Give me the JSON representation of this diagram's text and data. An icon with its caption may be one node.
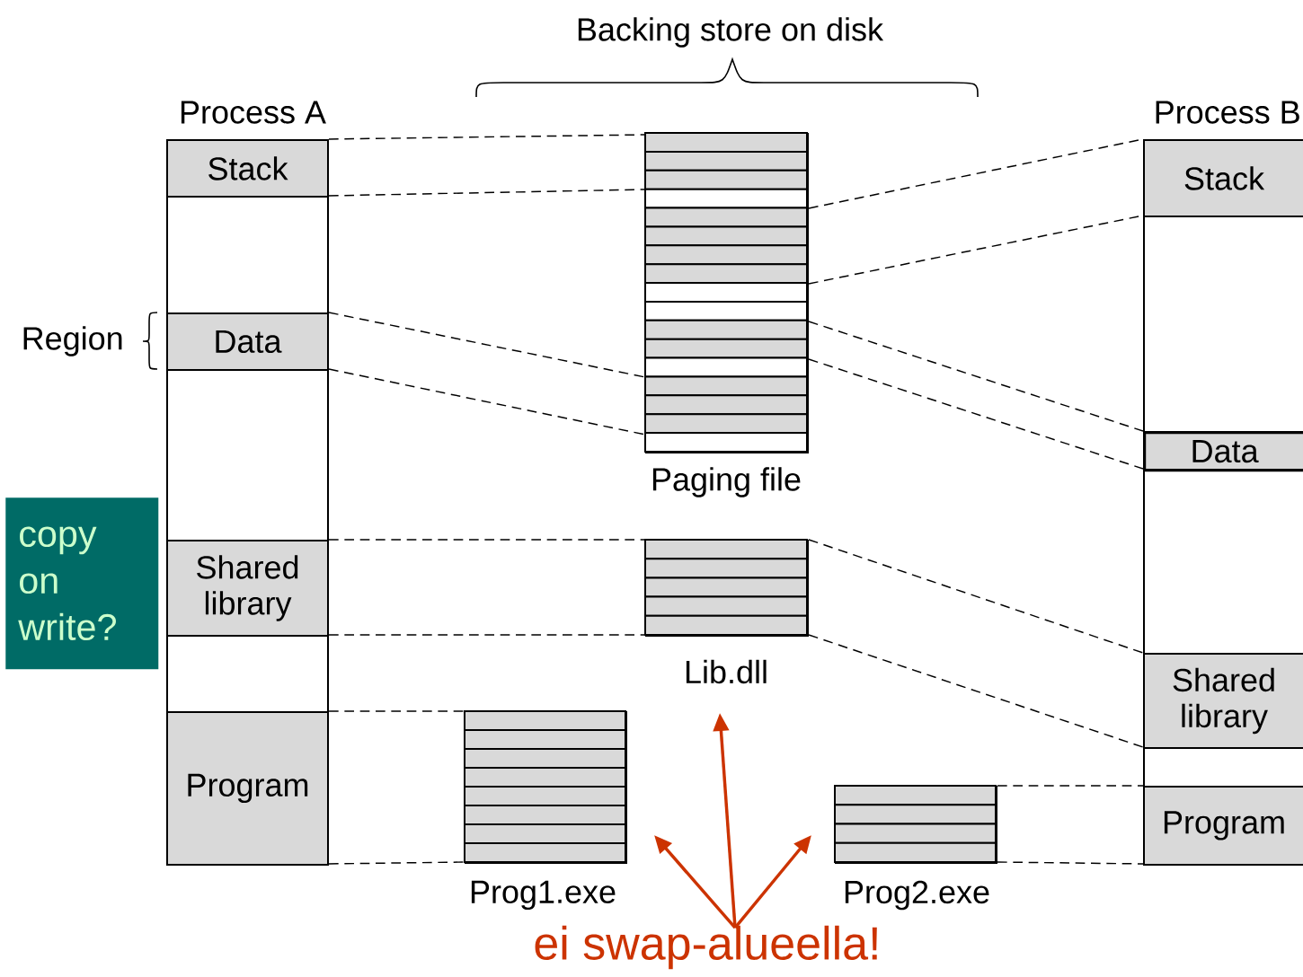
{
  "diagram": {
    "nodes": [
      {
        "text": [
          "Process A"
        ]
      },
      {
        "text": [
          "Stack"
        ],
        "in": 0
      },
      {
        "text": [
          "Data"
        ],
        "in": 0
      },
      {
        "text": [
          "Shared library"
        ],
        "in": 0
      },
      {
        "text": [
          "Program"
        ],
        "in": 0
      },
      {
        "text": [
          "Paging file"
        ]
      },
      {
        "text": [
          "Lib.dll"
        ]
      },
      {
        "text": [
          "Prog1.exe"
        ]
      },
      {
        "text": [
          "Prog2.exe"
        ]
      },
      {
        "text": [
          "Process B"
        ]
      },
      {
        "text": [
          "Stack"
        ],
        "in": 9
      },
      {
        "text": [
          "Data"
        ],
        "in": 9
      },
      {
        "text": [
          "Shared library"
        ],
        "in": 9
      },
      {
        "text": [
          "Program"
        ],
        "in": 9
      },
      {
        "text": [
          "copy on write?"
        ]
      },
      {
        "text": [
          "ei swap-alueella!"
        ]
      }
    ],
    "edges": [
      {
        "from": 1,
        "to": 5,
        "arrow": "none",
        "style": "dashed"
      },
      {
        "from": 1,
        "to": 5,
        "arrow": "none",
        "style": "dashed"
      },
      {
        "from": 2,
        "to": 5,
        "arrow": "none",
        "style": "dashed"
      },
      {
        "from": 2,
        "to": 5,
        "arrow": "none",
        "style": "dashed"
      },
      {
        "from": 3,
        "to": 6,
        "arrow": "none",
        "style": "dashed"
      },
      {
        "from": 3,
        "to": 6,
        "arrow": "none",
        "style": "dashed"
      },
      {
        "from": 4,
        "to": 7,
        "arrow": "none",
        "style": "dashed"
      },
      {
        "from": 4,
        "to": 7,
        "arrow": "none",
        "style": "dashed"
      },
      {
        "from": 5,
        "to": 10,
        "arrow": "none",
        "style": "dashed"
      },
      {
        "from": 5,
        "to": 10,
        "arrow": "none",
        "style": "dashed"
      },
      {
        "from": 5,
        "to": 11,
        "arrow": "none",
        "style": "dashed"
      },
      {
        "from": 5,
        "to": 11,
        "arrow": "none",
        "style": "dashed"
      },
      {
        "from": 6,
        "to": 12,
        "arrow": "none",
        "style": "dashed"
      },
      {
        "from": 6,
        "to": 12,
        "arrow": "none",
        "style": "dashed"
      },
      {
        "from": 8,
        "to": 13,
        "arrow": "none",
        "style": "dashed"
      },
      {
        "from": 8,
        "to": 13,
        "arrow": "none",
        "style": "dashed"
      },
      {
        "from": 15,
        "to": 7,
        "arrow": "to",
        "color": "#cc3300"
      },
      {
        "from": 15,
        "to": 6,
        "arrow": "to",
        "color": "#cc3300"
      },
      {
        "from": 15,
        "to": 8,
        "arrow": "to",
        "color": "#cc3300"
      }
    ],
    "labels": [
      "Backing store on disk",
      "Region"
    ]
  }
}
